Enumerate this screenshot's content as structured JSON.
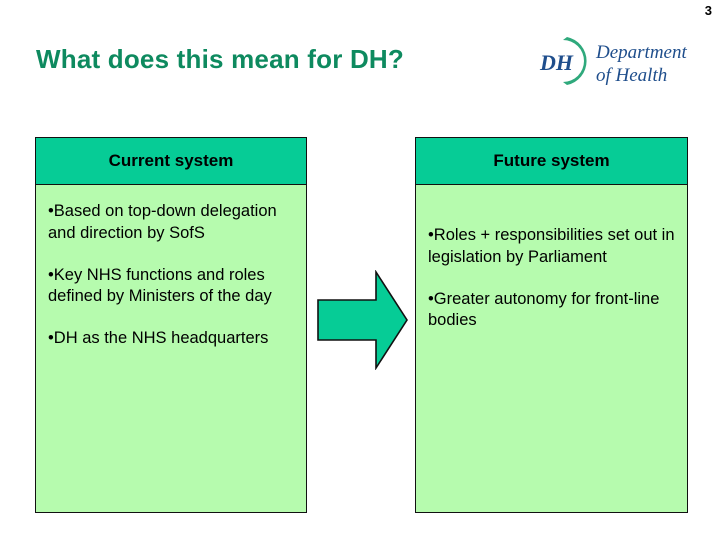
{
  "slide": {
    "number": "3",
    "title": "What does this mean for DH?"
  },
  "logo": {
    "monogram": "DH",
    "line1": "Department",
    "line2": "of Health",
    "swoosh_color": "#2FA97C",
    "text_color": "#1F4E8C"
  },
  "colors": {
    "title_green": "#0E8A5F",
    "header_fill": "#06CC96",
    "body_fill": "#B6FBAE",
    "arrow_fill": "#06CC96",
    "outline": "#111111"
  },
  "columns": [
    {
      "id": "current",
      "header": "Current system",
      "bullets": [
        "•Based on top-down delegation and direction by SofS",
        "•Key NHS functions and roles defined by Ministers of the day",
        "•DH as the NHS headquarters"
      ]
    },
    {
      "id": "future",
      "header": "Future system",
      "bullets": [
        "•Roles + responsibilities set out in legislation by Parliament",
        "•Greater autonomy for front-line bodies"
      ]
    }
  ],
  "arrow": {
    "name": "right-arrow",
    "direction": "right"
  }
}
